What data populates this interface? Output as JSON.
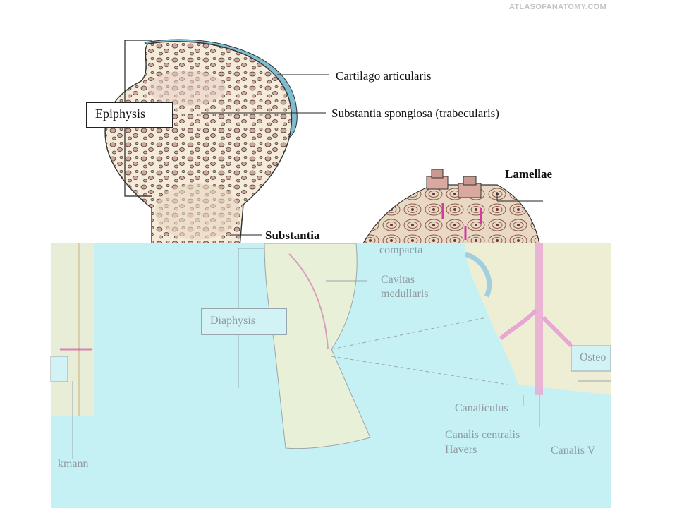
{
  "watermark": "ATLASOFANATOMY.COM",
  "labels": {
    "epiphysis": "Epiphysis",
    "cartilago": "Cartilago articularis",
    "spongiosa": "Substantia spongiosa (trabecularis)",
    "lamellae": "Lamellae",
    "substantia": "Substantia",
    "compacta": "compacta",
    "cavitas_1": "Cavitas",
    "cavitas_2": "medullaris",
    "diaphysis": "Diaphysis",
    "canaliculus": "Canaliculus",
    "canalis_centralis_1": "Canalis centralis",
    "canalis_centralis_2": "Havers",
    "canalis_v": "Canalis V",
    "osteo": "Osteo",
    "kmann": "kmann"
  },
  "colors": {
    "cartilage": "#7fbcd0",
    "bone_fill": "#f4ecd8",
    "trabecula": "#cfa6a0",
    "overlay": "#c6f1f4"
  },
  "icons": [
    "bone-head-illustration",
    "osteon-wedge-illustration",
    "diaphysis-illustration"
  ]
}
